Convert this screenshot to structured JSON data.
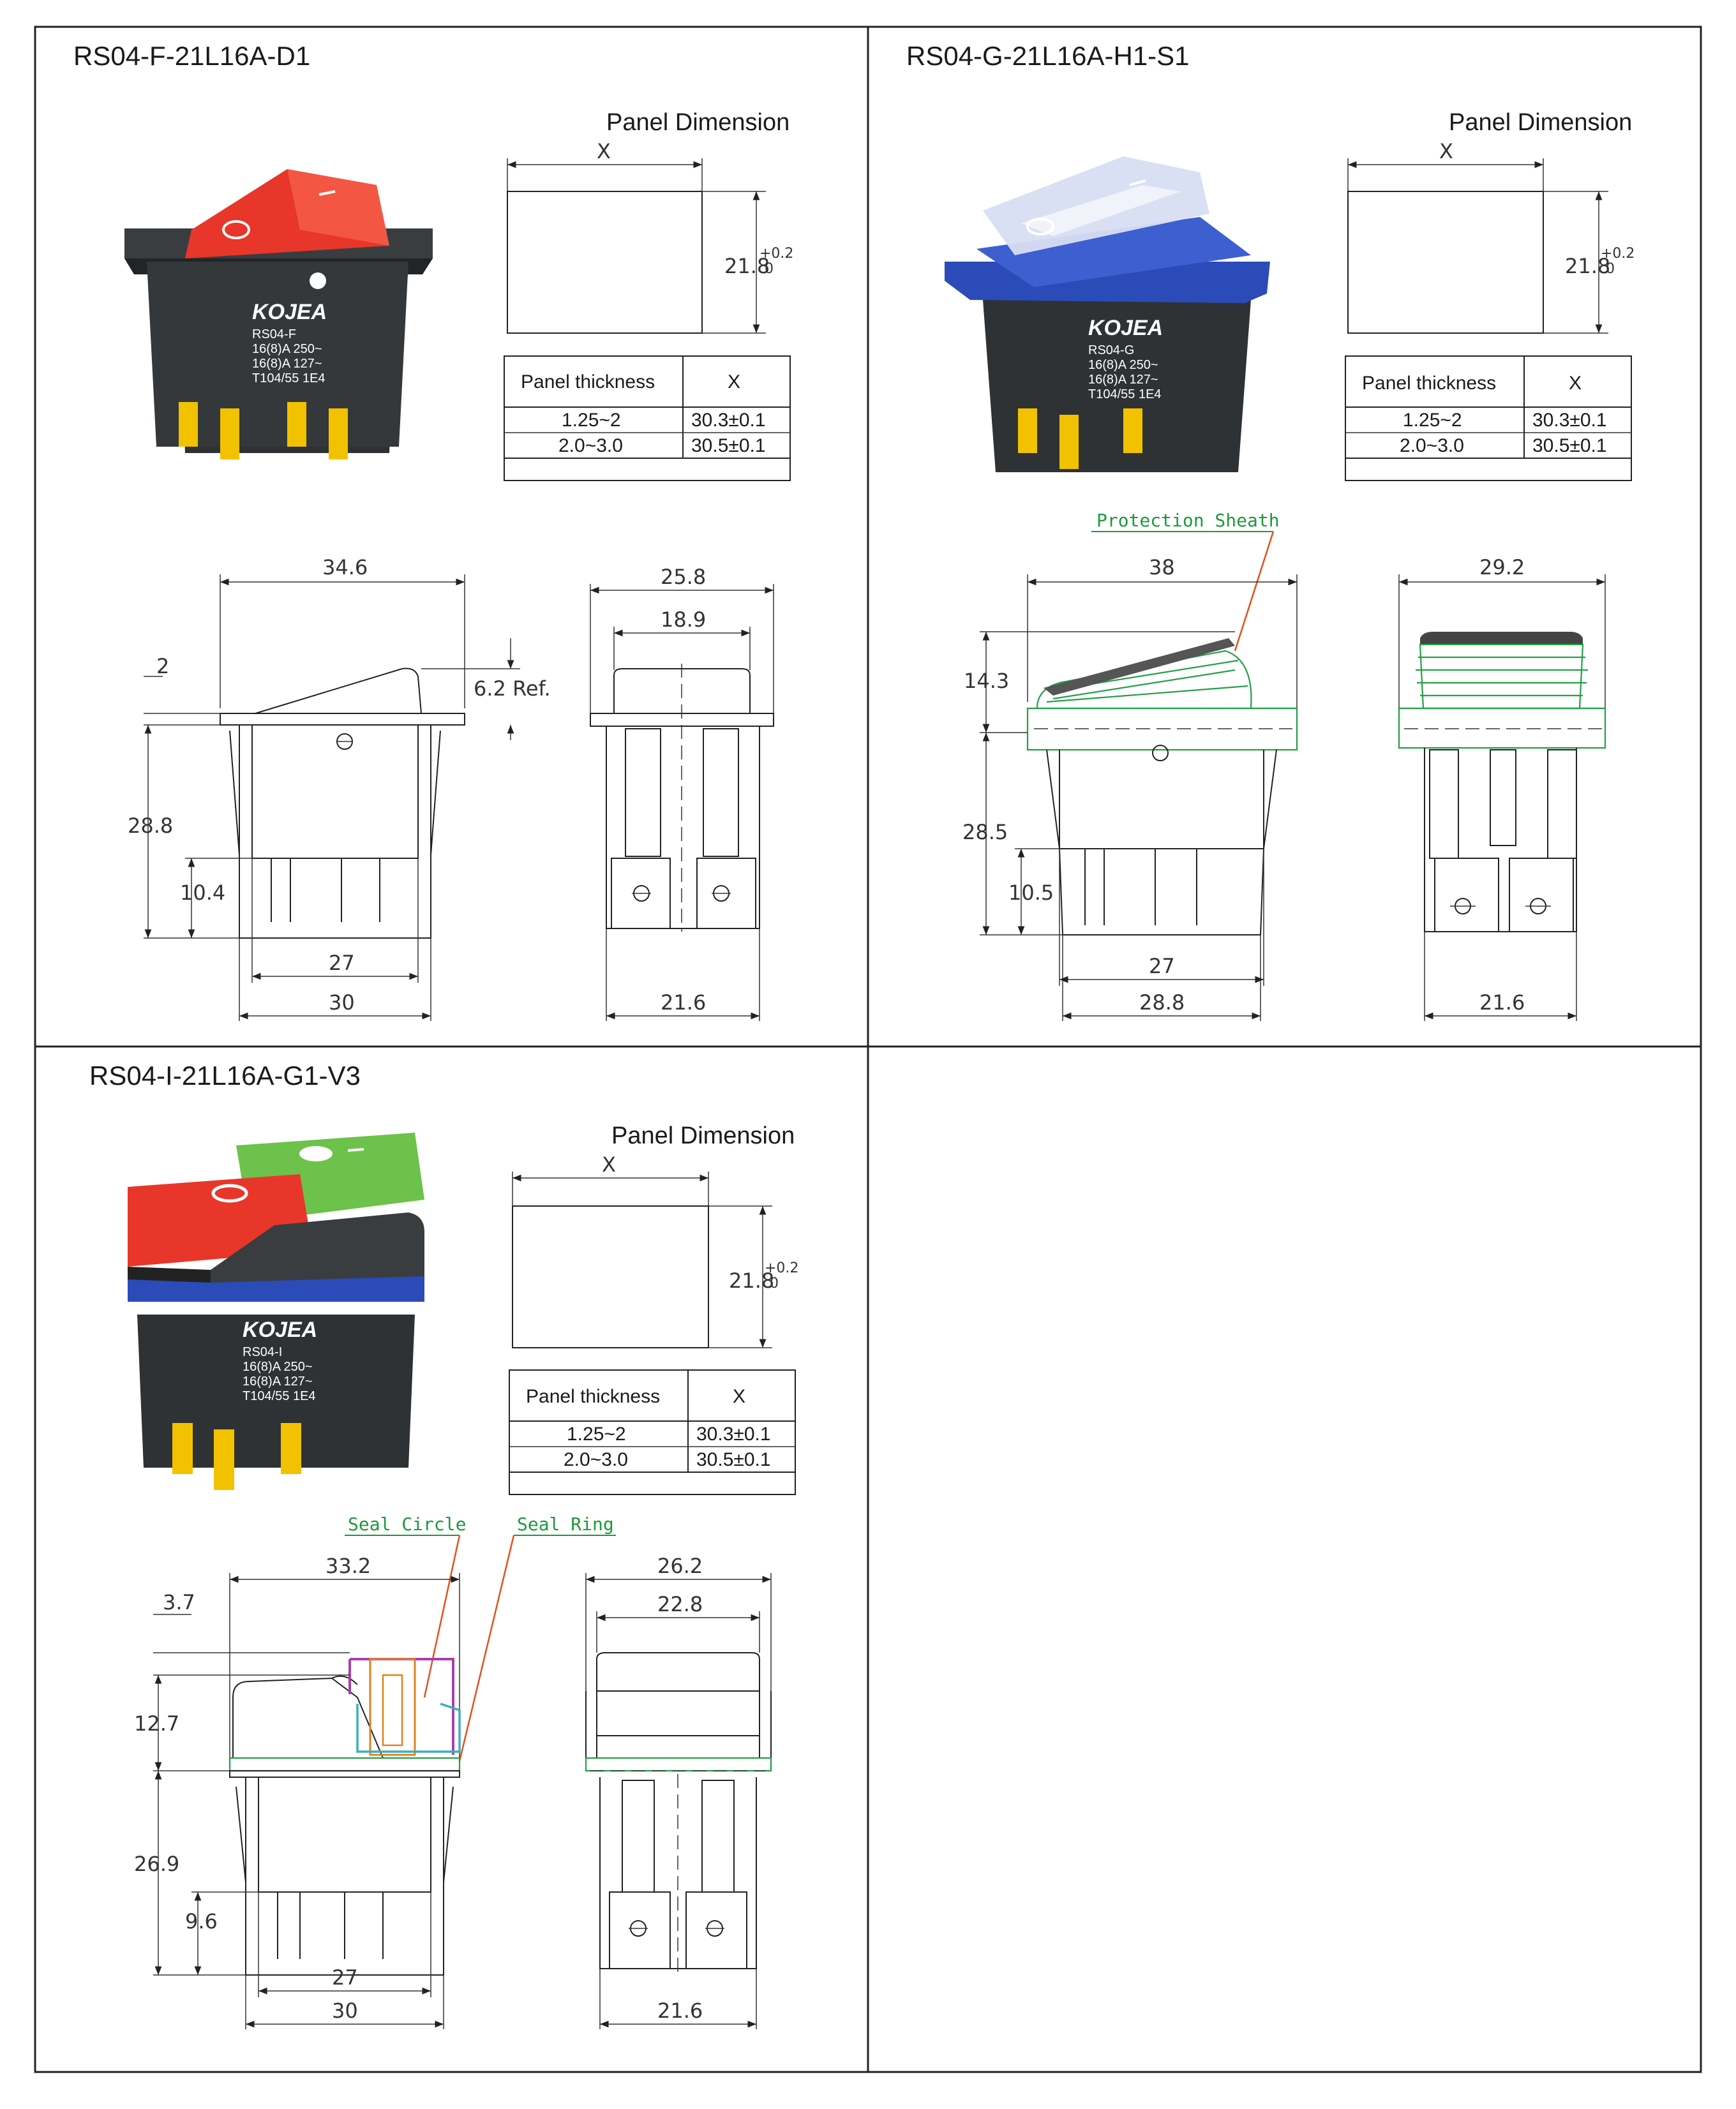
{
  "colors": {
    "grid_line": "#222222",
    "red_cap": "#e8362a",
    "blue_cap": "#2a4bb8",
    "green_cap": "#6cc24a",
    "housing": "#2f3234",
    "terminal": "#f2c200",
    "annotation": "#1a9a3a",
    "leader": "#e2501c"
  },
  "panels": [
    {
      "title": "RS04-F-21L16A-D1",
      "panel_dimension_label": "Panel Dimension",
      "x_label": "X",
      "height_value": "21.8",
      "tol_plus": "+0.2",
      "tol_zero": "0",
      "table_headers": [
        "Panel thickness",
        "X"
      ],
      "table_rows": [
        [
          "1.25~2",
          "30.3±0.1"
        ],
        [
          "2.0~3.0",
          "30.5±0.1"
        ]
      ],
      "product": {
        "brand": "KOJEA",
        "model": "RS04-F",
        "lines": [
          "16(8)A   250~",
          "16(8)A   127~",
          "T104/55   1E4"
        ]
      },
      "dims": {
        "top": "34.6",
        "rocker": "2",
        "ref": "6.2 Ref.",
        "height": "28.8",
        "term": "10.4",
        "inner": "27",
        "outer": "30",
        "side_top": "25.8",
        "side_inner": "18.9",
        "side_bottom": "21.6"
      }
    },
    {
      "title": "RS04-G-21L16A-H1-S1",
      "panel_dimension_label": "Panel Dimension",
      "x_label": "X",
      "height_value": "21.8",
      "tol_plus": "+0.2",
      "tol_zero": "0",
      "table_headers": [
        "Panel thickness",
        "X"
      ],
      "table_rows": [
        [
          "1.25~2",
          "30.3±0.1"
        ],
        [
          "2.0~3.0",
          "30.5±0.1"
        ]
      ],
      "product": {
        "brand": "KOJEA",
        "model": "RS04-G",
        "lines": [
          "16(8)A   250~",
          "16(8)A   127~",
          "T104/55   1E4"
        ]
      },
      "annotation": "Protection Sheath",
      "dims": {
        "top": "38",
        "upper": "14.3",
        "height": "28.5",
        "term": "10.5",
        "inner": "27",
        "outer": "28.8",
        "side_top": "29.2",
        "side_bottom": "21.6"
      }
    },
    {
      "title": "RS04-I-21L16A-G1-V3",
      "panel_dimension_label": "Panel Dimension",
      "x_label": "X",
      "height_value": "21.8",
      "tol_plus": "+0.2",
      "tol_zero": "0",
      "table_headers": [
        "Panel thickness",
        "X"
      ],
      "table_rows": [
        [
          "1.25~2",
          "30.3±0.1"
        ],
        [
          "2.0~3.0",
          "30.5±0.1"
        ]
      ],
      "product": {
        "brand": "KOJEA",
        "model": "RS04-I",
        "lines": [
          "16(8)A   250~",
          "16(8)A   127~",
          "T104/55   1E4"
        ]
      },
      "annotation_a": "Seal Circle",
      "annotation_b": "Seal Ring",
      "dims": {
        "top": "33.2",
        "rocker": "3.7",
        "upper": "12.7",
        "height": "26.9",
        "term": "9.6",
        "inner": "27",
        "outer": "30",
        "side_top": "26.2",
        "side_inner": "22.8",
        "side_bottom": "21.6"
      }
    }
  ]
}
